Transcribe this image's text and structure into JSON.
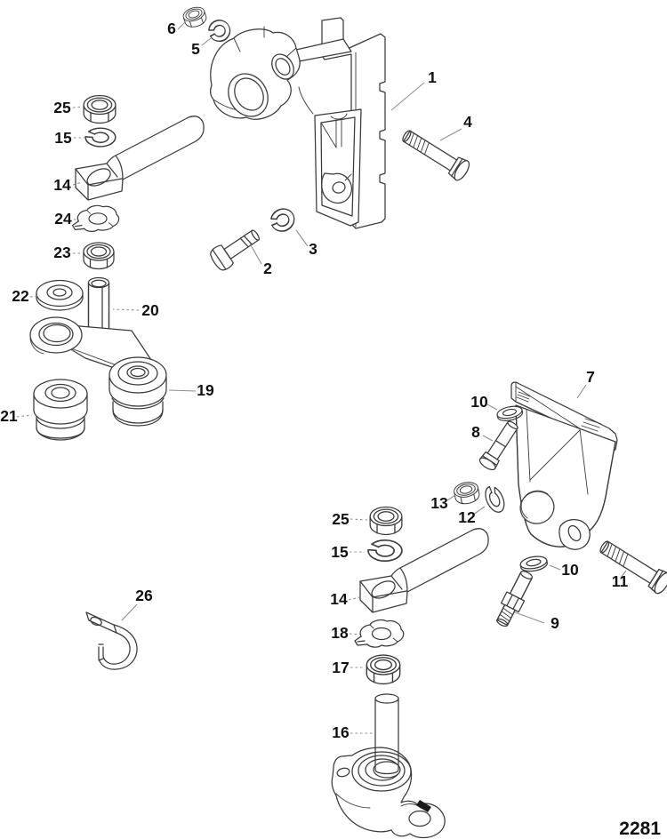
{
  "figure": {
    "page_code": "2281",
    "background": "#ffffff",
    "line_color": "#3a3a3a",
    "label_color": "#111111",
    "callouts": {
      "n1": "1",
      "n2": "2",
      "n3": "3",
      "n4": "4",
      "n5": "5",
      "n6": "6",
      "n7": "7",
      "n8": "8",
      "n9": "9",
      "n10": "10",
      "n11": "11",
      "n12": "12",
      "n13": "13",
      "n14": "14",
      "n15": "15",
      "n16": "16",
      "n17": "17",
      "n18": "18",
      "n19": "19",
      "n20": "20",
      "n21": "21",
      "n22": "22",
      "n23": "23",
      "n24": "24",
      "n25": "25",
      "n26": "26"
    }
  }
}
